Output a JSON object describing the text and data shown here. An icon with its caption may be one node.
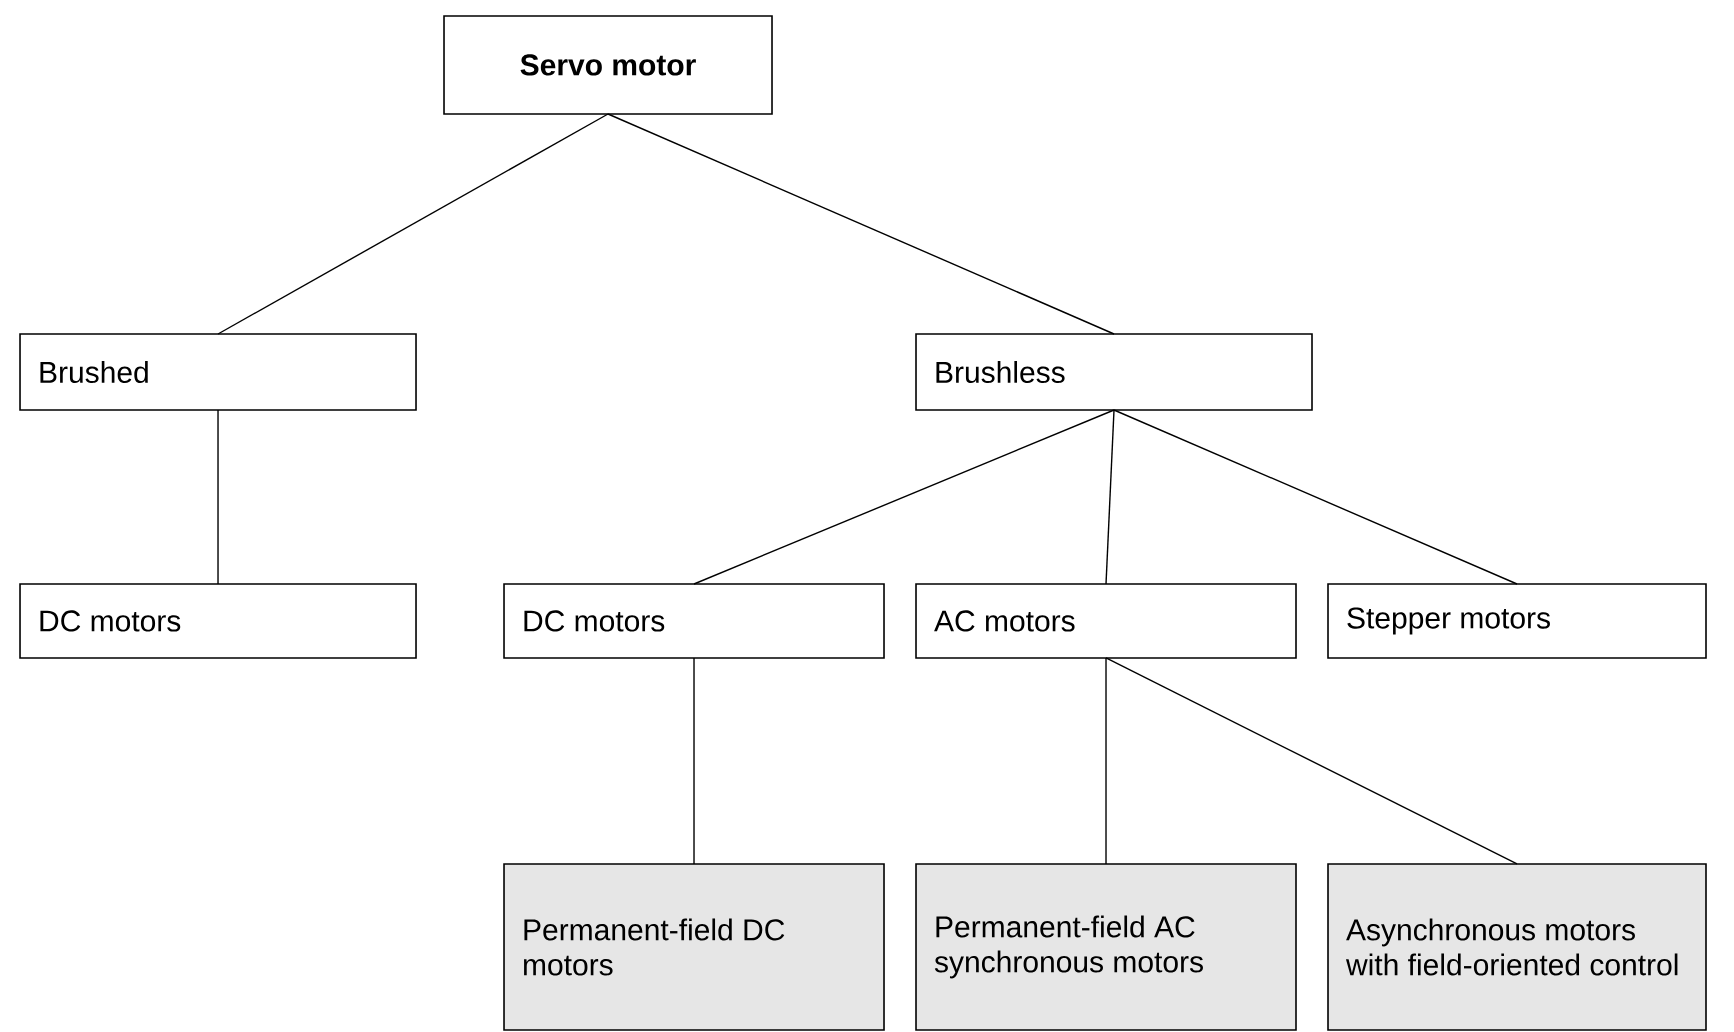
{
  "diagram": {
    "nodes": [
      {
        "text": [
          "Servo motor"
        ]
      },
      {
        "text": [
          "Brushed"
        ]
      },
      {
        "text": [
          "Brushless"
        ]
      },
      {
        "text": [
          "DC motors"
        ]
      },
      {
        "text": [
          "DC motors"
        ]
      },
      {
        "text": [
          "AC motors"
        ]
      },
      {
        "text": [
          "Stepper motors"
        ]
      },
      {
        "text": [
          "Permanent-field DC motors"
        ]
      },
      {
        "text": [
          "Permanent-field AC synchronous motors"
        ]
      },
      {
        "text": [
          "Asynchronous motors with field-oriented control"
        ]
      }
    ],
    "edges": [
      {
        "from": 0,
        "to": 1,
        "arrow": "none"
      },
      {
        "from": 0,
        "to": 2,
        "arrow": "none"
      },
      {
        "from": 1,
        "to": 3,
        "arrow": "none"
      },
      {
        "from": 2,
        "to": 4,
        "arrow": "none"
      },
      {
        "from": 2,
        "to": 5,
        "arrow": "none"
      },
      {
        "from": 2,
        "to": 6,
        "arrow": "none"
      },
      {
        "from": 4,
        "to": 7,
        "arrow": "none"
      },
      {
        "from": 5,
        "to": 8,
        "arrow": "none"
      },
      {
        "from": 5,
        "to": 9,
        "arrow": "none"
      }
    ]
  }
}
